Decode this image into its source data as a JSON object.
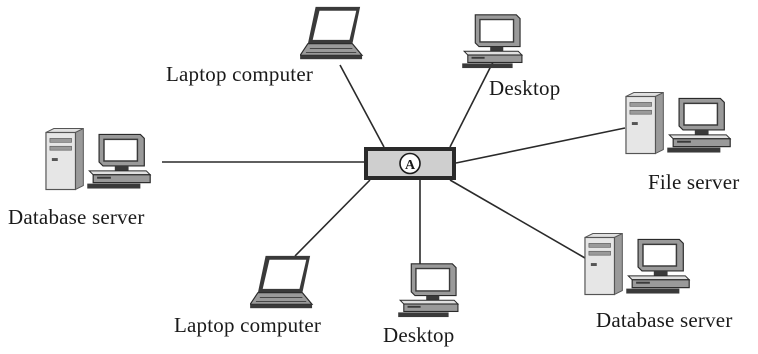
{
  "hub": {
    "label": "A"
  },
  "nodes": [
    {
      "id": "laptop-top",
      "type": "laptop",
      "label": "Laptop computer"
    },
    {
      "id": "desktop-top",
      "type": "desktop",
      "label": "Desktop"
    },
    {
      "id": "file-server",
      "type": "server",
      "label": "File server"
    },
    {
      "id": "database-server-right",
      "type": "server",
      "label": "Database server"
    },
    {
      "id": "desktop-bottom",
      "type": "desktop",
      "label": "Desktop"
    },
    {
      "id": "laptop-bottom",
      "type": "laptop",
      "label": "Laptop computer"
    },
    {
      "id": "database-server-left",
      "type": "server",
      "label": "Database server"
    }
  ],
  "colors": {
    "line": "#2a2a2a",
    "hub_fill": "#cfcfcf",
    "device_dark": "#3a3a3a",
    "device_mid": "#9a9a9a",
    "device_light": "#e0e0e0",
    "screen": "#ffffff"
  }
}
